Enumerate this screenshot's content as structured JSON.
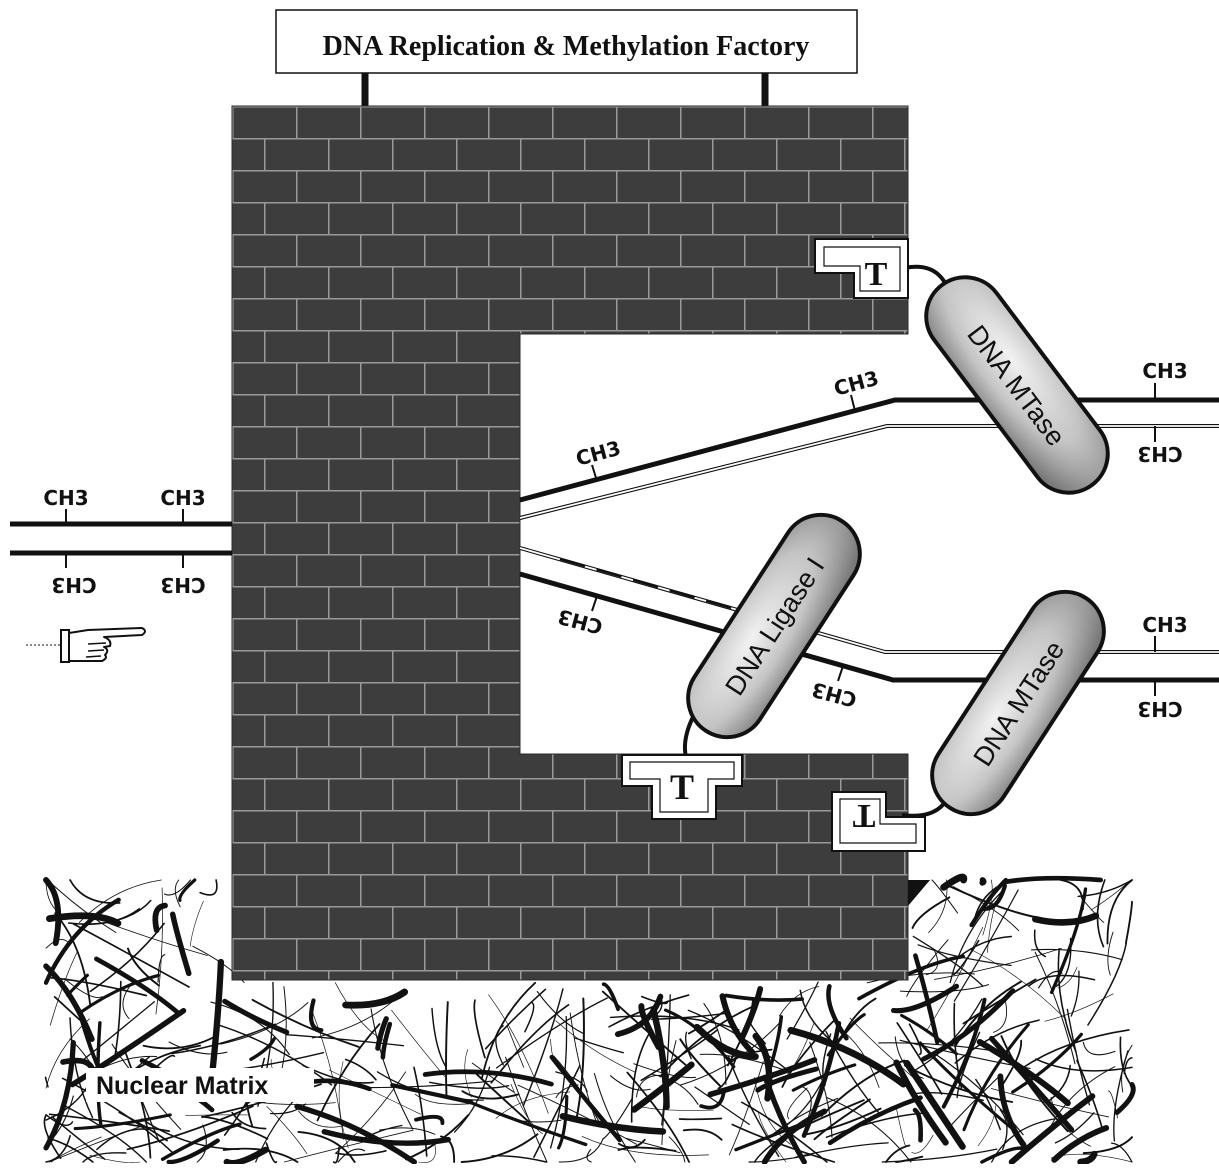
{
  "title": "DNA Replication & Methylation Factory",
  "matrix_label": "Nuclear Matrix",
  "methyl_label": "CH3",
  "tether_label": "T",
  "enzymes": {
    "mtase_top": "DNA MTase",
    "mtase_bottom": "DNA MTase",
    "ligase": "DNA Ligase I"
  },
  "colors": {
    "wall": "#3d3d3d",
    "mortar": "#9a9a9a",
    "enzyme_fill": "#bfbfbf",
    "ink": "#111111"
  },
  "icons": {
    "pointer": "pointing-hand-icon"
  }
}
